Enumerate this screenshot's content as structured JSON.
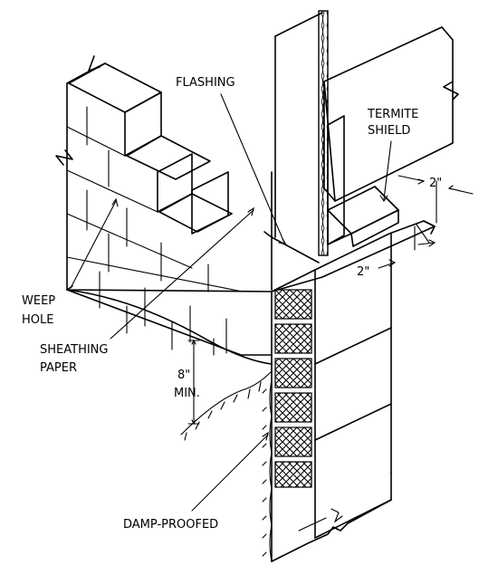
{
  "labels": {
    "flashing": "FLASHING",
    "termite_1": "TERMITE",
    "termite_2": "SHIELD",
    "weep_1": "WEEP",
    "weep_2": "HOLE",
    "sheathing_1": "SHEATHING",
    "sheathing_2": "PAPER",
    "height_1": "8\"",
    "height_2": "MIN.",
    "dim_top": "2\"",
    "dim_side": "2\"",
    "damp": "DAMP-PROOFED"
  }
}
